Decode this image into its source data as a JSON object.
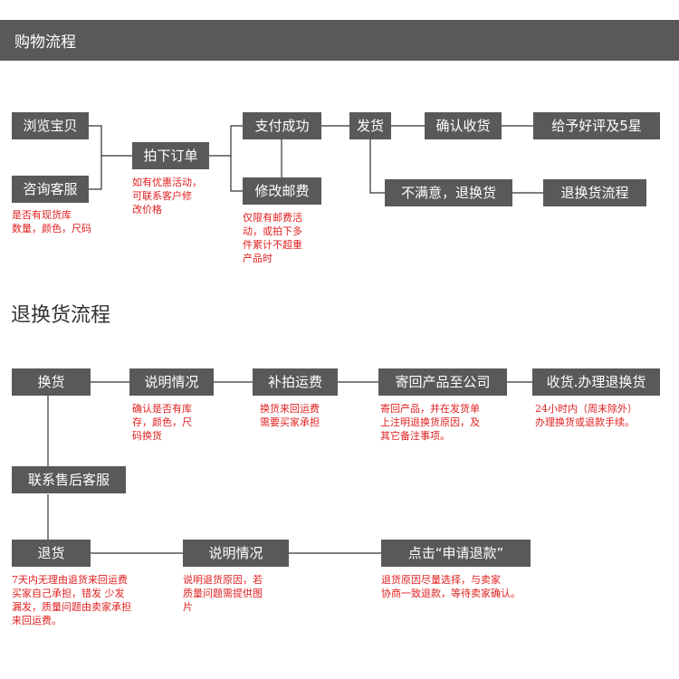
{
  "header": {
    "title": "购物流程"
  },
  "shopping": {
    "browse": "浏览宝贝",
    "consult": "咨询客服",
    "consult_note": "是否有现货库\n数量，颜色，尺码",
    "order": "拍下订单",
    "order_note": "如有优惠活动，\n可联系客户修\n改价格",
    "pay_success": "支付成功",
    "modify_postage": "修改邮费",
    "postage_note": "仅限有邮费活\n动，或拍下多\n件累计不超重\n产品时",
    "ship": "发货",
    "confirm_receipt": "确认收货",
    "good_review": "给予好评及5星",
    "unsatisfied": "不满意，退换货",
    "return_flow": "退换货流程"
  },
  "returns_title": "退换货流程",
  "exchange": {
    "exchange": "换货",
    "explain": "说明情况",
    "explain_note": "确认是否有库\n存，颜色，尺\n码换货",
    "reship_fee": "补拍运费",
    "reship_note": "换货来回运费\n需要买家承担",
    "send_back": "寄回产品至公司",
    "send_back_note": "寄回产品，并在发货单\n上注明退换货原因，及\n其它备注事项。",
    "receive_process": "收货.办理退换货",
    "receive_note": "24小时内（周末除外）\n办理换货或退款手续。"
  },
  "contact_service": "联系售后客服",
  "refund": {
    "refund": "退货",
    "refund_note": "7天内无理由退货来回运费\n买家自己承担，错发 少发\n漏发，质量问题由卖家承担\n来回运费。",
    "explain": "说明情况",
    "explain_note": "说明退货原因，若\n质量问题需提供图\n片",
    "apply_refund": "点击“申请退款”",
    "apply_note": "退货原因尽量选择，与卖家\n协商一致退款，等待卖家确认。"
  }
}
